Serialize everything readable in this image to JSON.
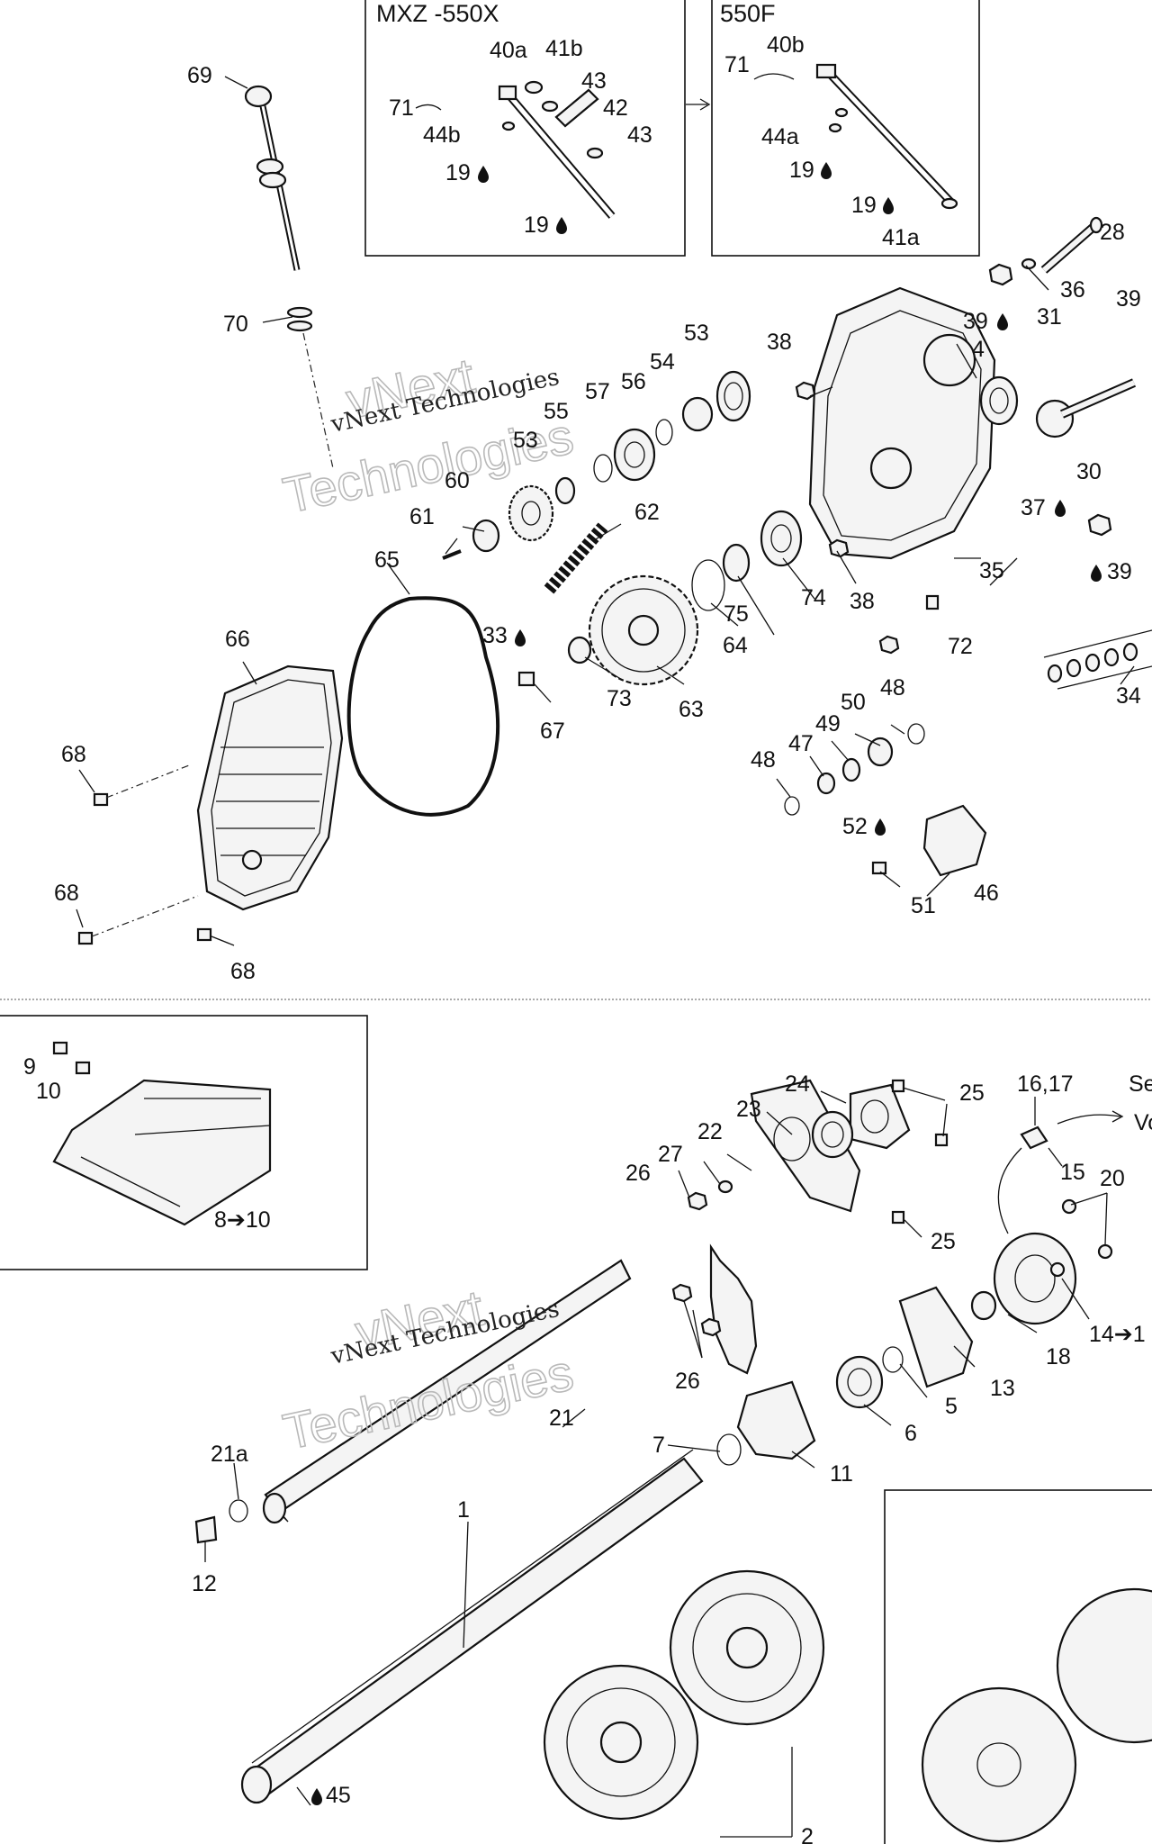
{
  "insets": {
    "mxz_title": "MXZ -550X",
    "f550_title": "550F"
  },
  "callouts": [
    {
      "id": "c69",
      "text": "69"
    },
    {
      "id": "c70",
      "text": "70"
    },
    {
      "id": "c40a",
      "text": "40a"
    },
    {
      "id": "c41b",
      "text": "41b"
    },
    {
      "id": "c71a",
      "text": "71"
    },
    {
      "id": "c43a",
      "text": "43"
    },
    {
      "id": "c42",
      "text": "42"
    },
    {
      "id": "c44b",
      "text": "44b"
    },
    {
      "id": "c43b",
      "text": "43"
    },
    {
      "id": "c19a",
      "text": "19"
    },
    {
      "id": "c19b",
      "text": "19"
    },
    {
      "id": "c40b",
      "text": "40b"
    },
    {
      "id": "c71b",
      "text": "71"
    },
    {
      "id": "c44a",
      "text": "44a"
    },
    {
      "id": "c19c",
      "text": "19"
    },
    {
      "id": "c19d",
      "text": "19"
    },
    {
      "id": "c41a",
      "text": "41a"
    },
    {
      "id": "c28",
      "text": "28"
    },
    {
      "id": "c36",
      "text": "36"
    },
    {
      "id": "c39a",
      "text": "39"
    },
    {
      "id": "c31",
      "text": "31"
    },
    {
      "id": "c39b",
      "text": "39"
    },
    {
      "id": "c4",
      "text": "4"
    },
    {
      "id": "c38a",
      "text": "38"
    },
    {
      "id": "c53a",
      "text": "53"
    },
    {
      "id": "c54",
      "text": "54"
    },
    {
      "id": "c57",
      "text": "57"
    },
    {
      "id": "c56",
      "text": "56"
    },
    {
      "id": "c55",
      "text": "55"
    },
    {
      "id": "c53b",
      "text": "53"
    },
    {
      "id": "c60",
      "text": "60"
    },
    {
      "id": "c61",
      "text": "61"
    },
    {
      "id": "c62",
      "text": "62"
    },
    {
      "id": "c30",
      "text": "30"
    },
    {
      "id": "c37",
      "text": "37"
    },
    {
      "id": "c39c",
      "text": "39"
    },
    {
      "id": "c35",
      "text": "35"
    },
    {
      "id": "c74",
      "text": "74"
    },
    {
      "id": "c38b",
      "text": "38"
    },
    {
      "id": "c75",
      "text": "75"
    },
    {
      "id": "c72",
      "text": "72"
    },
    {
      "id": "c64",
      "text": "64"
    },
    {
      "id": "c65",
      "text": "65"
    },
    {
      "id": "c33",
      "text": "33"
    },
    {
      "id": "c73",
      "text": "73"
    },
    {
      "id": "c63",
      "text": "63"
    },
    {
      "id": "c67",
      "text": "67"
    },
    {
      "id": "c34",
      "text": "34"
    },
    {
      "id": "c66",
      "text": "66"
    },
    {
      "id": "c68a",
      "text": "68"
    },
    {
      "id": "c68b",
      "text": "68"
    },
    {
      "id": "c68c",
      "text": "68"
    },
    {
      "id": "c48a",
      "text": "48"
    },
    {
      "id": "c50",
      "text": "50"
    },
    {
      "id": "c49",
      "text": "49"
    },
    {
      "id": "c47",
      "text": "47"
    },
    {
      "id": "c48b",
      "text": "48"
    },
    {
      "id": "c52",
      "text": "52"
    },
    {
      "id": "c51",
      "text": "51"
    },
    {
      "id": "c46",
      "text": "46"
    },
    {
      "id": "c9",
      "text": "9"
    },
    {
      "id": "c10",
      "text": "10"
    },
    {
      "id": "c8_10",
      "text": "8➔10"
    },
    {
      "id": "c24",
      "text": "24"
    },
    {
      "id": "c25a",
      "text": "25"
    },
    {
      "id": "c16_17",
      "text": "16,17"
    },
    {
      "id": "c23",
      "text": "23"
    },
    {
      "id": "c22",
      "text": "22"
    },
    {
      "id": "c27",
      "text": "27"
    },
    {
      "id": "c26a",
      "text": "26"
    },
    {
      "id": "c15",
      "text": "15"
    },
    {
      "id": "c20",
      "text": "20"
    },
    {
      "id": "c25b",
      "text": "25"
    },
    {
      "id": "c14",
      "text": "14➔1"
    },
    {
      "id": "c18",
      "text": "18"
    },
    {
      "id": "c13",
      "text": "13"
    },
    {
      "id": "c26b",
      "text": "26"
    },
    {
      "id": "c5",
      "text": "5"
    },
    {
      "id": "c21",
      "text": "21"
    },
    {
      "id": "c6",
      "text": "6"
    },
    {
      "id": "c21a",
      "text": "21a"
    },
    {
      "id": "c7",
      "text": "7"
    },
    {
      "id": "c11",
      "text": "11"
    },
    {
      "id": "c12",
      "text": "12"
    },
    {
      "id": "c1",
      "text": "1"
    },
    {
      "id": "c45",
      "text": "45"
    },
    {
      "id": "c2",
      "text": "2"
    },
    {
      "id": "cSe",
      "text": "Se"
    },
    {
      "id": "cVo",
      "text": "Vo"
    }
  ],
  "watermark": {
    "line": "vNext Technologies",
    "big_top": "vNext",
    "big_bottom": "Technologies"
  },
  "icons": [
    "oil-drop-icon",
    "arrow-right-icon"
  ]
}
